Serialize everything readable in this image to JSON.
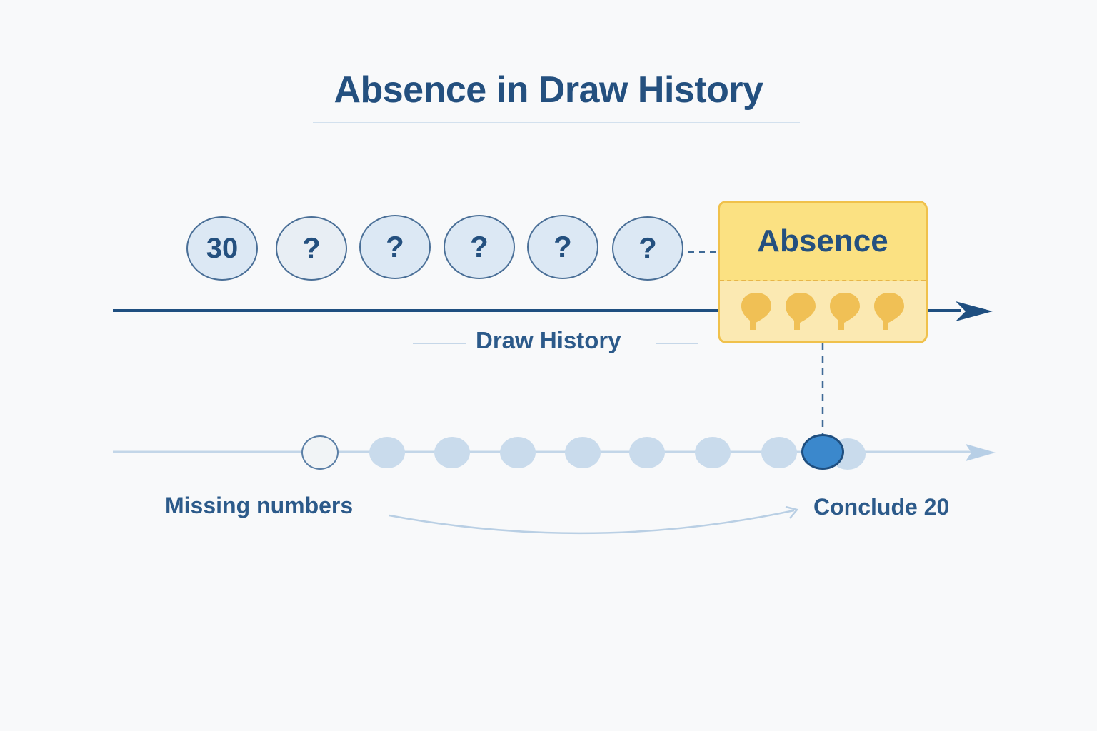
{
  "title": "Absence in Draw History",
  "draw_history": {
    "label": "Draw History",
    "balls": [
      {
        "value": "30",
        "style": "numbered"
      },
      {
        "value": "?",
        "style": "unknown-light"
      },
      {
        "value": "?",
        "style": "unknown"
      },
      {
        "value": "?",
        "style": "unknown"
      },
      {
        "value": "?",
        "style": "unknown"
      },
      {
        "value": "?",
        "style": "unknown"
      }
    ]
  },
  "absence_box": {
    "label": "Absence",
    "icon": "lightbulb-icon",
    "icon_count": 4
  },
  "inference_track": {
    "dot_count": 10,
    "start_label": "Missing numbers",
    "end_label": "Conclude 20"
  },
  "colors": {
    "primary_text": "#24507f",
    "main_arrow": "#1f4f80",
    "absence_fill": "#fbe182",
    "absence_border": "#f0c14b",
    "bulb": "#f0c055",
    "dot": "#c9dbec",
    "active_dot": "#3b88cc",
    "background": "#f8f9fa"
  }
}
